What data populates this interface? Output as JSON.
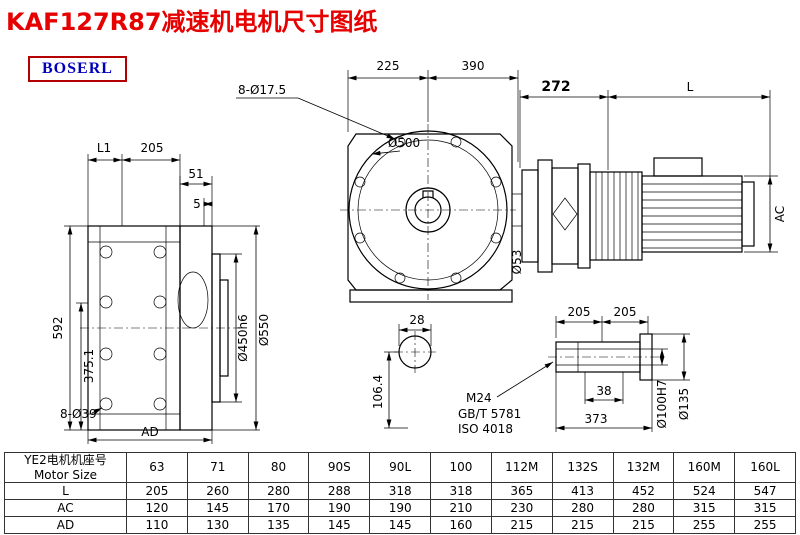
{
  "title": "KAF127R87减速机电机尺寸图纸",
  "logo": "BOSERL",
  "annotations": {
    "top_225": "225",
    "top_390": "390",
    "holes_flange": "8-Ø17.5",
    "dim_272": "272",
    "dim_l": "L",
    "dia_500": "Ø500",
    "dim_ac": "AC",
    "dim_l1": "L1",
    "dim_205": "205",
    "dim_51": "51",
    "dim_5": "5",
    "dim_592": "592",
    "dim_375": "375.1",
    "dia_450": "Ø450h6",
    "dia_550": "Ø550",
    "holes_back": "8-Ø39",
    "dim_ad": "AD",
    "dim_28": "28",
    "dim_106": "106.4",
    "dia_53": "Ø53",
    "shaft_205a": "205",
    "shaft_205b": "205",
    "thread": "M24",
    "std_gb": "GB/T 5781",
    "std_iso": "ISO 4018",
    "dim_38": "38",
    "dim_373": "373",
    "dia_100": "Ø100H7",
    "dia_135": "Ø135"
  },
  "table": {
    "header_cn": "YE2电机机座号",
    "header_en": "Motor Size",
    "columns": [
      "63",
      "71",
      "80",
      "90S",
      "90L",
      "100",
      "112M",
      "132S",
      "132M",
      "160M",
      "160L"
    ],
    "rows": [
      {
        "label": "L",
        "values": [
          "205",
          "260",
          "280",
          "288",
          "318",
          "318",
          "365",
          "413",
          "452",
          "524",
          "547"
        ]
      },
      {
        "label": "AC",
        "values": [
          "120",
          "145",
          "170",
          "190",
          "190",
          "210",
          "230",
          "280",
          "280",
          "315",
          "315"
        ]
      },
      {
        "label": "AD",
        "values": [
          "110",
          "130",
          "135",
          "145",
          "145",
          "160",
          "215",
          "215",
          "215",
          "255",
          "255"
        ]
      }
    ]
  }
}
